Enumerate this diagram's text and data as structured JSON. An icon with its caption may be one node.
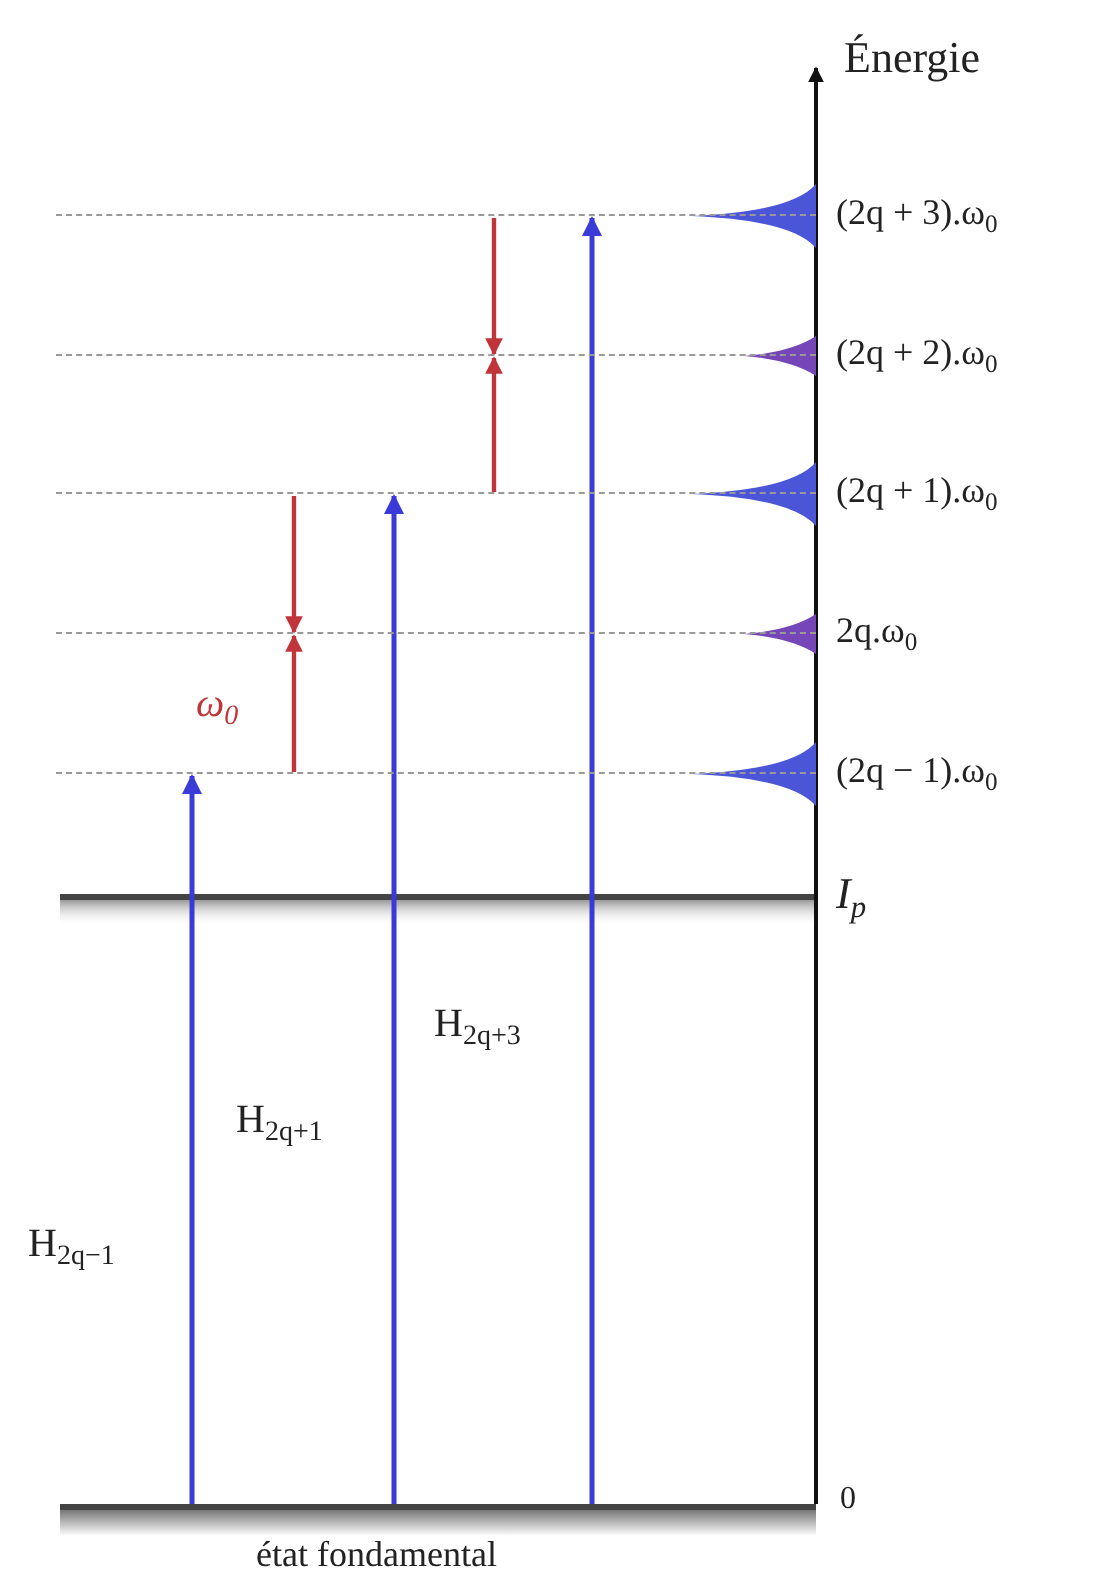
{
  "diagram": {
    "nodes": [
      {
        "text": [],
        "shape": "bar",
        "beside": [
          "(2q + 3).ω$_{0}$"
        ]
      },
      {
        "text": [],
        "shape": "bar",
        "beside": [
          "(2q + 2).ω$_{0}$"
        ]
      },
      {
        "text": [],
        "shape": "bar",
        "beside": [
          "(2q + 1).ω$_{0}$"
        ]
      },
      {
        "text": [],
        "shape": "bar",
        "beside": [
          "2q.ω$_{0}$"
        ]
      },
      {
        "text": [],
        "shape": "bar",
        "beside": [
          "(2q − 1).ω$_{0}$"
        ]
      },
      {
        "text": [
          "état fondamental"
        ]
      }
    ],
    "edges": [
      {
        "from": 5,
        "to": 4,
        "arrow": "to",
        "label": "H$_{2q−1}$",
        "color": "#3a3ad8"
      },
      {
        "from": 5,
        "to": 2,
        "arrow": "to",
        "label": "H$_{2q+1}$",
        "color": "#3a3ad8"
      },
      {
        "from": 5,
        "to": 0,
        "arrow": "to",
        "label": "H$_{2q+3}$",
        "color": "#3a3ad8"
      },
      {
        "from": 2,
        "to": 3,
        "arrow": "to",
        "color": "#c0353a"
      },
      {
        "from": 4,
        "to": 3,
        "arrow": "to",
        "label": "ω$_{0}$",
        "color": "#c0353a"
      },
      {
        "from": 0,
        "to": 1,
        "arrow": "to",
        "color": "#c0353a"
      },
      {
        "from": 2,
        "to": 1,
        "arrow": "to",
        "color": "#c0353a"
      }
    ],
    "labels": [
      "Énergie",
      "I$_{p}$",
      "0"
    ]
  }
}
